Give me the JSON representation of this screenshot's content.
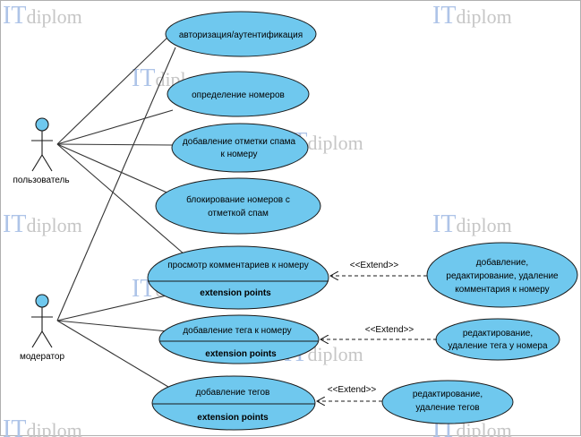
{
  "watermark": {
    "prefix": "IT",
    "word": "diplom"
  },
  "actors": {
    "user": "пользователь",
    "moderator": "модератор"
  },
  "use_cases": {
    "auth": "авторизация/аутентификация",
    "detect": "определение номеров",
    "spam_mark_1": "добавление отметки спама",
    "spam_mark_2": "к номеру",
    "block_1": "блокирование номеров с",
    "block_2": "отметкой спам",
    "view_comments": "просмотр комментариев к номеру",
    "add_tag": "добавление тега к номеру",
    "add_tags": "добавление тегов",
    "ext_points": "extension points",
    "ext_comment_1": "добавление,",
    "ext_comment_2": "редактирование, удаление",
    "ext_comment_3": "комментария к номеру",
    "ext_tag_1": "редактирование,",
    "ext_tag_2": "удаление тега у номера",
    "ext_tags_1": "редактирование,",
    "ext_tags_2": "удаление тегов"
  },
  "extend_label": "<<Extend>>",
  "colors": {
    "usecase_fill": "#6fc8ee",
    "stroke": "#1a1a1a",
    "line": "#333333"
  }
}
